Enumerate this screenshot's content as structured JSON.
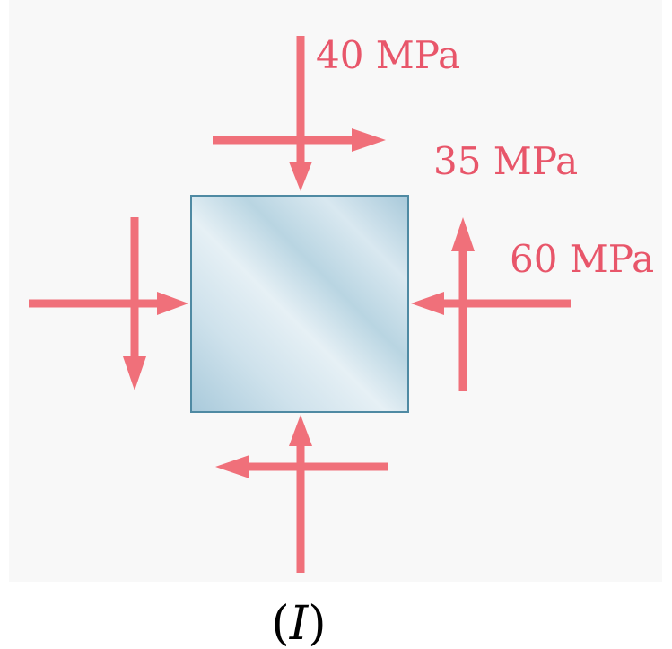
{
  "labels": {
    "normal_vertical": "40 MPa",
    "shear": "35 MPa",
    "normal_horizontal": "60 MPa"
  },
  "caption": {
    "open": "(",
    "symbol": "I",
    "close": ")"
  },
  "colors": {
    "arrow": "#f0707a",
    "label": "#e8566a",
    "element_fill_light": "#d7e7ef",
    "element_fill_mid": "#b5d3e0",
    "element_border": "#4f8aa3",
    "panel_bg": "#f8f8f8",
    "caption": "#000000"
  }
}
